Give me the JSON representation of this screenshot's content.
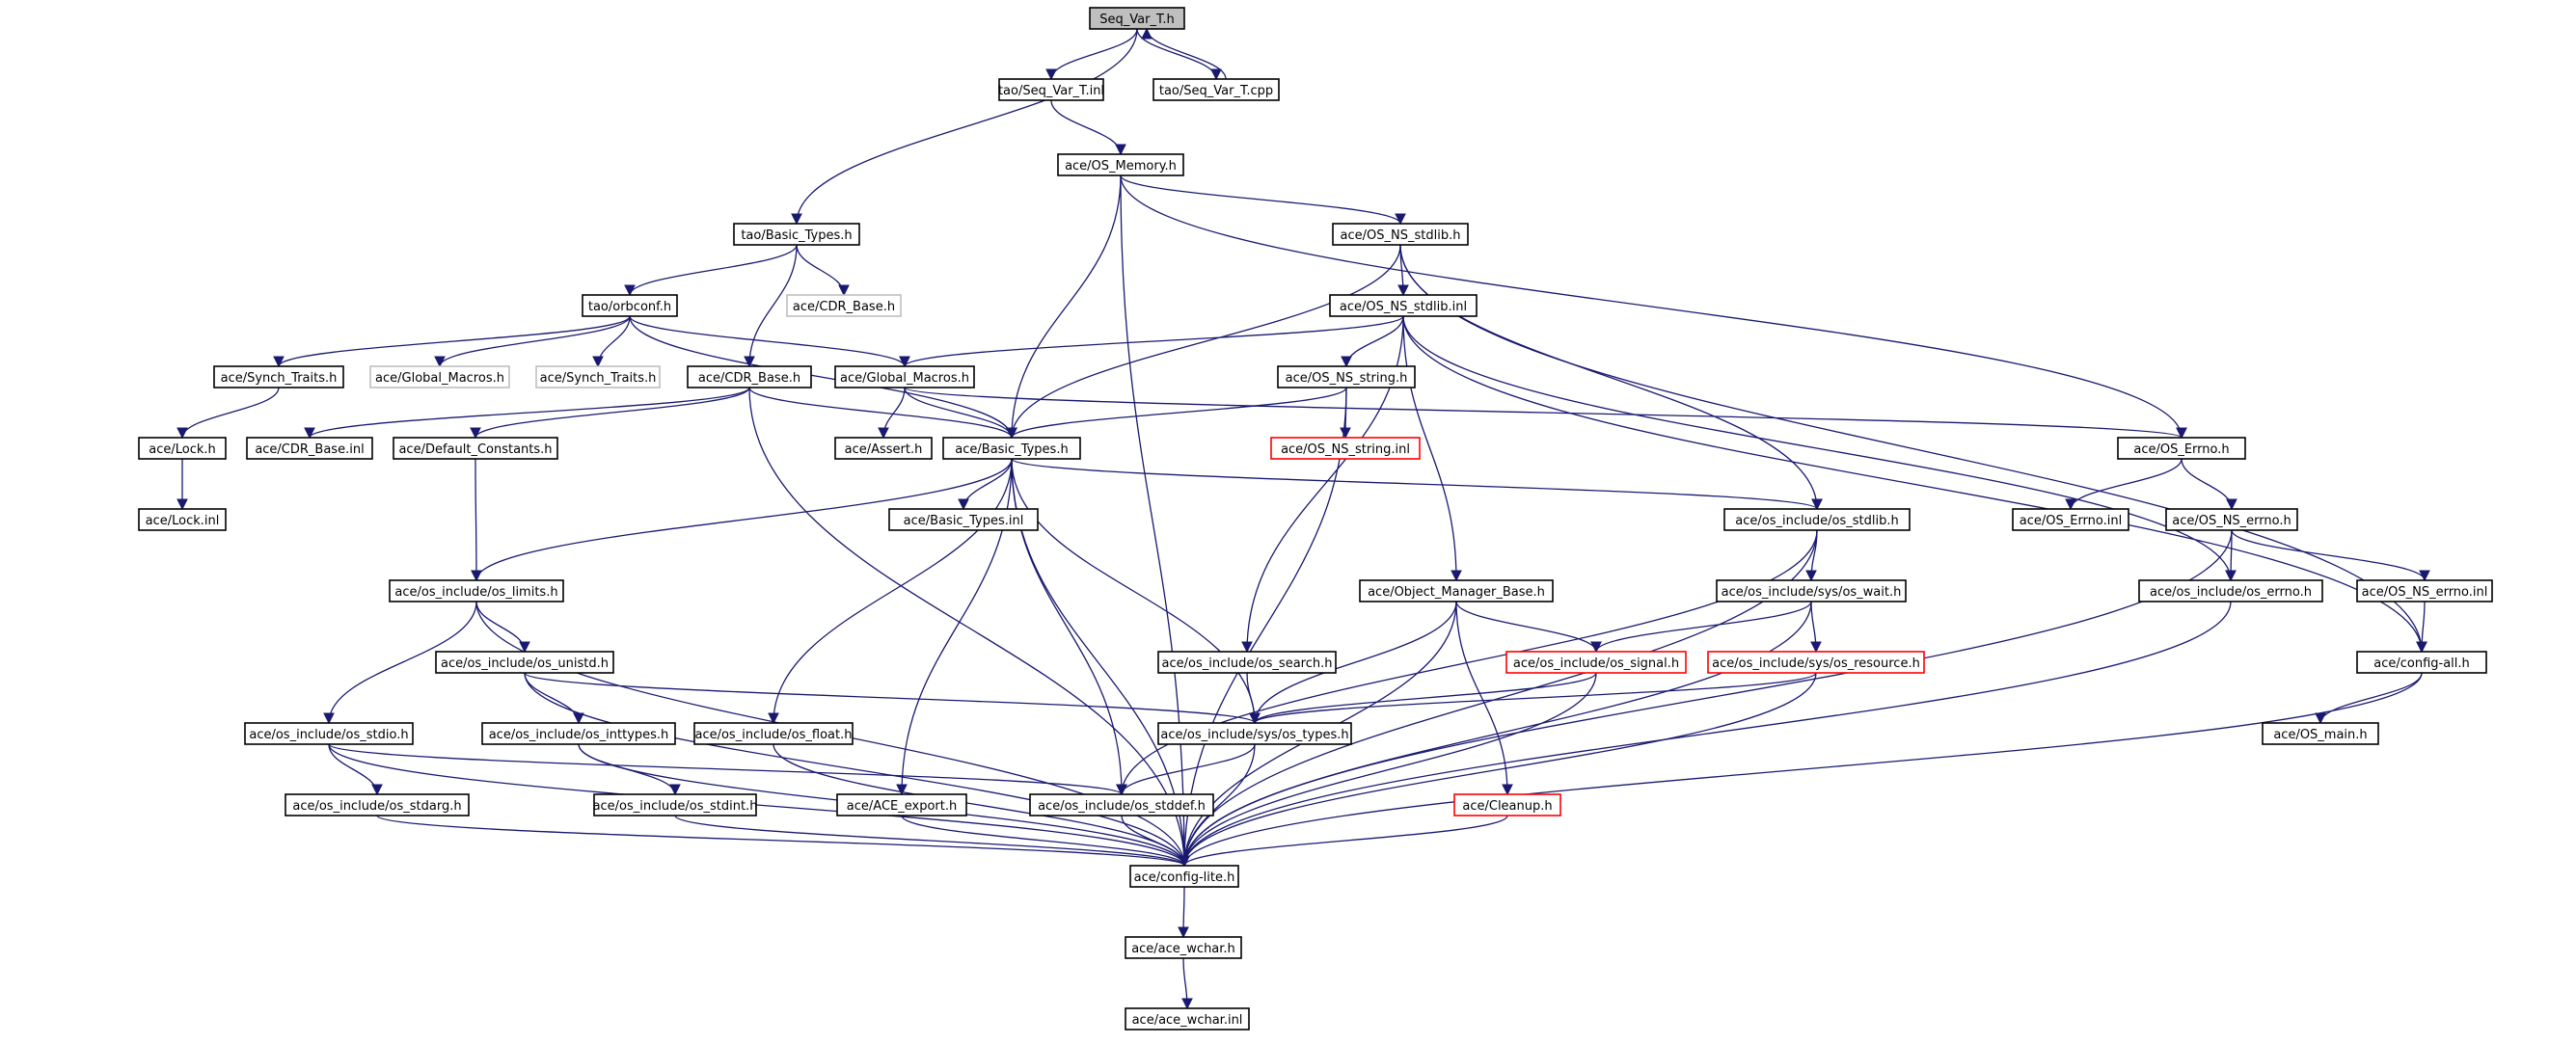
{
  "graph": {
    "nodes": [
      {
        "id": "n0",
        "label": "Seq_Var_T.h",
        "kind": "root"
      },
      {
        "id": "n1",
        "label": "tao/Seq_Var_T.inl",
        "kind": "normal"
      },
      {
        "id": "n2",
        "label": "tao/Seq_Var_T.cpp",
        "kind": "normal"
      },
      {
        "id": "n3",
        "label": "ace/OS_Memory.h",
        "kind": "normal"
      },
      {
        "id": "n4",
        "label": "tao/Basic_Types.h",
        "kind": "normal"
      },
      {
        "id": "n5",
        "label": "ace/OS_NS_stdlib.h",
        "kind": "normal"
      },
      {
        "id": "n6",
        "label": "tao/orbconf.h",
        "kind": "normal"
      },
      {
        "id": "n7",
        "label": "ace/CDR_Base.h",
        "kind": "missing"
      },
      {
        "id": "n8",
        "label": "ace/OS_NS_stdlib.inl",
        "kind": "normal"
      },
      {
        "id": "n9",
        "label": "ace/Synch_Traits.h",
        "kind": "normal"
      },
      {
        "id": "n10",
        "label": "ace/Global_Macros.h",
        "kind": "missing"
      },
      {
        "id": "n11",
        "label": "ace/Synch_Traits.h",
        "kind": "missing"
      },
      {
        "id": "n12",
        "label": "ace/CDR_Base.h",
        "kind": "normal"
      },
      {
        "id": "n13",
        "label": "ace/Global_Macros.h",
        "kind": "normal"
      },
      {
        "id": "n14",
        "label": "ace/OS_NS_string.h",
        "kind": "normal"
      },
      {
        "id": "n15",
        "label": "ace/Lock.h",
        "kind": "normal"
      },
      {
        "id": "n16",
        "label": "ace/CDR_Base.inl",
        "kind": "normal"
      },
      {
        "id": "n17",
        "label": "ace/Default_Constants.h",
        "kind": "normal"
      },
      {
        "id": "n18",
        "label": "ace/Assert.h",
        "kind": "normal"
      },
      {
        "id": "n19",
        "label": "ace/Basic_Types.h",
        "kind": "normal"
      },
      {
        "id": "n20",
        "label": "ace/OS_NS_string.inl",
        "kind": "trunc"
      },
      {
        "id": "n21",
        "label": "ace/OS_Errno.h",
        "kind": "normal"
      },
      {
        "id": "n22",
        "label": "ace/Lock.inl",
        "kind": "normal"
      },
      {
        "id": "n23",
        "label": "ace/Basic_Types.inl",
        "kind": "normal"
      },
      {
        "id": "n24",
        "label": "ace/os_include/os_stdlib.h",
        "kind": "normal"
      },
      {
        "id": "n25",
        "label": "ace/OS_Errno.inl",
        "kind": "normal"
      },
      {
        "id": "n26",
        "label": "ace/OS_NS_errno.h",
        "kind": "normal"
      },
      {
        "id": "n27",
        "label": "ace/os_include/os_limits.h",
        "kind": "normal"
      },
      {
        "id": "n28",
        "label": "ace/Object_Manager_Base.h",
        "kind": "normal"
      },
      {
        "id": "n29",
        "label": "ace/os_include/sys/os_wait.h",
        "kind": "normal"
      },
      {
        "id": "n30",
        "label": "ace/os_include/os_errno.h",
        "kind": "normal"
      },
      {
        "id": "n31",
        "label": "ace/OS_NS_errno.inl",
        "kind": "normal"
      },
      {
        "id": "n32",
        "label": "ace/os_include/os_unistd.h",
        "kind": "normal"
      },
      {
        "id": "n33",
        "label": "ace/os_include/os_search.h",
        "kind": "normal"
      },
      {
        "id": "n34",
        "label": "ace/os_include/os_signal.h",
        "kind": "trunc"
      },
      {
        "id": "n35",
        "label": "ace/os_include/sys/os_resource.h",
        "kind": "trunc"
      },
      {
        "id": "n36",
        "label": "ace/config-all.h",
        "kind": "normal"
      },
      {
        "id": "n37",
        "label": "ace/os_include/os_stdio.h",
        "kind": "normal"
      },
      {
        "id": "n38",
        "label": "ace/os_include/os_inttypes.h",
        "kind": "normal"
      },
      {
        "id": "n39",
        "label": "ace/os_include/os_float.h",
        "kind": "normal"
      },
      {
        "id": "n40",
        "label": "ace/os_include/sys/os_types.h",
        "kind": "normal"
      },
      {
        "id": "n41",
        "label": "ace/OS_main.h",
        "kind": "normal"
      },
      {
        "id": "n42",
        "label": "ace/os_include/os_stdarg.h",
        "kind": "normal"
      },
      {
        "id": "n43",
        "label": "ace/os_include/os_stdint.h",
        "kind": "normal"
      },
      {
        "id": "n44",
        "label": "ace/ACE_export.h",
        "kind": "normal"
      },
      {
        "id": "n45",
        "label": "ace/os_include/os_stddef.h",
        "kind": "normal"
      },
      {
        "id": "n46",
        "label": "ace/Cleanup.h",
        "kind": "trunc"
      },
      {
        "id": "n47",
        "label": "ace/config-lite.h",
        "kind": "normal"
      },
      {
        "id": "n48",
        "label": "ace/ace_wchar.h",
        "kind": "normal"
      },
      {
        "id": "n49",
        "label": "ace/ace_wchar.inl",
        "kind": "normal"
      }
    ],
    "edges": [
      [
        "n0",
        "n1"
      ],
      [
        "n0",
        "n2"
      ],
      [
        "n0",
        "n4"
      ],
      [
        "n2",
        "n0"
      ],
      [
        "n1",
        "n3"
      ],
      [
        "n3",
        "n5"
      ],
      [
        "n3",
        "n19"
      ],
      [
        "n3",
        "n21"
      ],
      [
        "n3",
        "n47"
      ],
      [
        "n4",
        "n6"
      ],
      [
        "n4",
        "n7"
      ],
      [
        "n4",
        "n12"
      ],
      [
        "n5",
        "n8"
      ],
      [
        "n5",
        "n19"
      ],
      [
        "n5",
        "n24"
      ],
      [
        "n5",
        "n36"
      ],
      [
        "n6",
        "n9"
      ],
      [
        "n6",
        "n10"
      ],
      [
        "n6",
        "n11"
      ],
      [
        "n6",
        "n13"
      ],
      [
        "n6",
        "n19"
      ],
      [
        "n8",
        "n13"
      ],
      [
        "n8",
        "n14"
      ],
      [
        "n8",
        "n28"
      ],
      [
        "n8",
        "n33"
      ],
      [
        "n8",
        "n30"
      ],
      [
        "n8",
        "n36"
      ],
      [
        "n9",
        "n15"
      ],
      [
        "n15",
        "n22"
      ],
      [
        "n12",
        "n16"
      ],
      [
        "n12",
        "n17"
      ],
      [
        "n12",
        "n19"
      ],
      [
        "n12",
        "n47"
      ],
      [
        "n13",
        "n18"
      ],
      [
        "n13",
        "n19"
      ],
      [
        "n13",
        "n21"
      ],
      [
        "n14",
        "n20"
      ],
      [
        "n14",
        "n19"
      ],
      [
        "n14",
        "n47"
      ],
      [
        "n17",
        "n27"
      ],
      [
        "n19",
        "n23"
      ],
      [
        "n19",
        "n24"
      ],
      [
        "n19",
        "n27"
      ],
      [
        "n19",
        "n39"
      ],
      [
        "n19",
        "n44"
      ],
      [
        "n19",
        "n40"
      ],
      [
        "n19",
        "n45"
      ],
      [
        "n19",
        "n47"
      ],
      [
        "n21",
        "n25"
      ],
      [
        "n21",
        "n26"
      ],
      [
        "n24",
        "n29"
      ],
      [
        "n24",
        "n45"
      ],
      [
        "n24",
        "n47"
      ],
      [
        "n26",
        "n30"
      ],
      [
        "n26",
        "n31"
      ],
      [
        "n26",
        "n47"
      ],
      [
        "n27",
        "n32"
      ],
      [
        "n27",
        "n37"
      ],
      [
        "n27",
        "n47"
      ],
      [
        "n28",
        "n34"
      ],
      [
        "n28",
        "n40"
      ],
      [
        "n28",
        "n46"
      ],
      [
        "n28",
        "n47"
      ],
      [
        "n29",
        "n34"
      ],
      [
        "n29",
        "n35"
      ],
      [
        "n29",
        "n47"
      ],
      [
        "n30",
        "n47"
      ],
      [
        "n31",
        "n36"
      ],
      [
        "n32",
        "n38"
      ],
      [
        "n32",
        "n40"
      ],
      [
        "n32",
        "n47"
      ],
      [
        "n33",
        "n40"
      ],
      [
        "n34",
        "n40"
      ],
      [
        "n34",
        "n47"
      ],
      [
        "n35",
        "n40"
      ],
      [
        "n35",
        "n47"
      ],
      [
        "n36",
        "n41"
      ],
      [
        "n36",
        "n47"
      ],
      [
        "n37",
        "n42"
      ],
      [
        "n37",
        "n45"
      ],
      [
        "n37",
        "n47"
      ],
      [
        "n38",
        "n43"
      ],
      [
        "n38",
        "n47"
      ],
      [
        "n39",
        "n47"
      ],
      [
        "n40",
        "n45"
      ],
      [
        "n40",
        "n47"
      ],
      [
        "n42",
        "n47"
      ],
      [
        "n43",
        "n47"
      ],
      [
        "n44",
        "n47"
      ],
      [
        "n45",
        "n47"
      ],
      [
        "n46",
        "n47"
      ],
      [
        "n47",
        "n48"
      ],
      [
        "n48",
        "n49"
      ]
    ]
  }
}
